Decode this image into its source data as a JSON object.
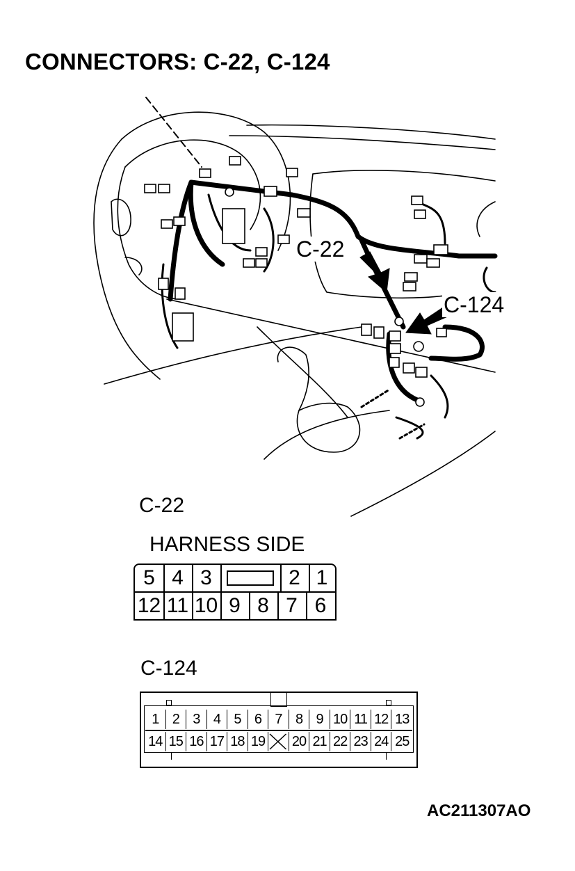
{
  "title": "CONNECTORS: C-22, C-124",
  "callouts": {
    "c22": "C-22",
    "c124": "C-124"
  },
  "c22": {
    "label": "C-22",
    "side": "HARNESS SIDE",
    "top_row": [
      "5",
      "4",
      "3",
      "",
      "2",
      "1"
    ],
    "bottom_row": [
      "12",
      "11",
      "10",
      "9",
      "8",
      "7",
      "6"
    ]
  },
  "c124": {
    "label": "C-124",
    "top_row": [
      "1",
      "2",
      "3",
      "4",
      "5",
      "6",
      "7",
      "8",
      "9",
      "10",
      "11",
      "12",
      "13"
    ],
    "bottom_row": [
      "14",
      "15",
      "16",
      "17",
      "18",
      "19",
      "",
      "20",
      "21",
      "22",
      "23",
      "24",
      "25"
    ]
  },
  "figure_code": "AC211307AO"
}
